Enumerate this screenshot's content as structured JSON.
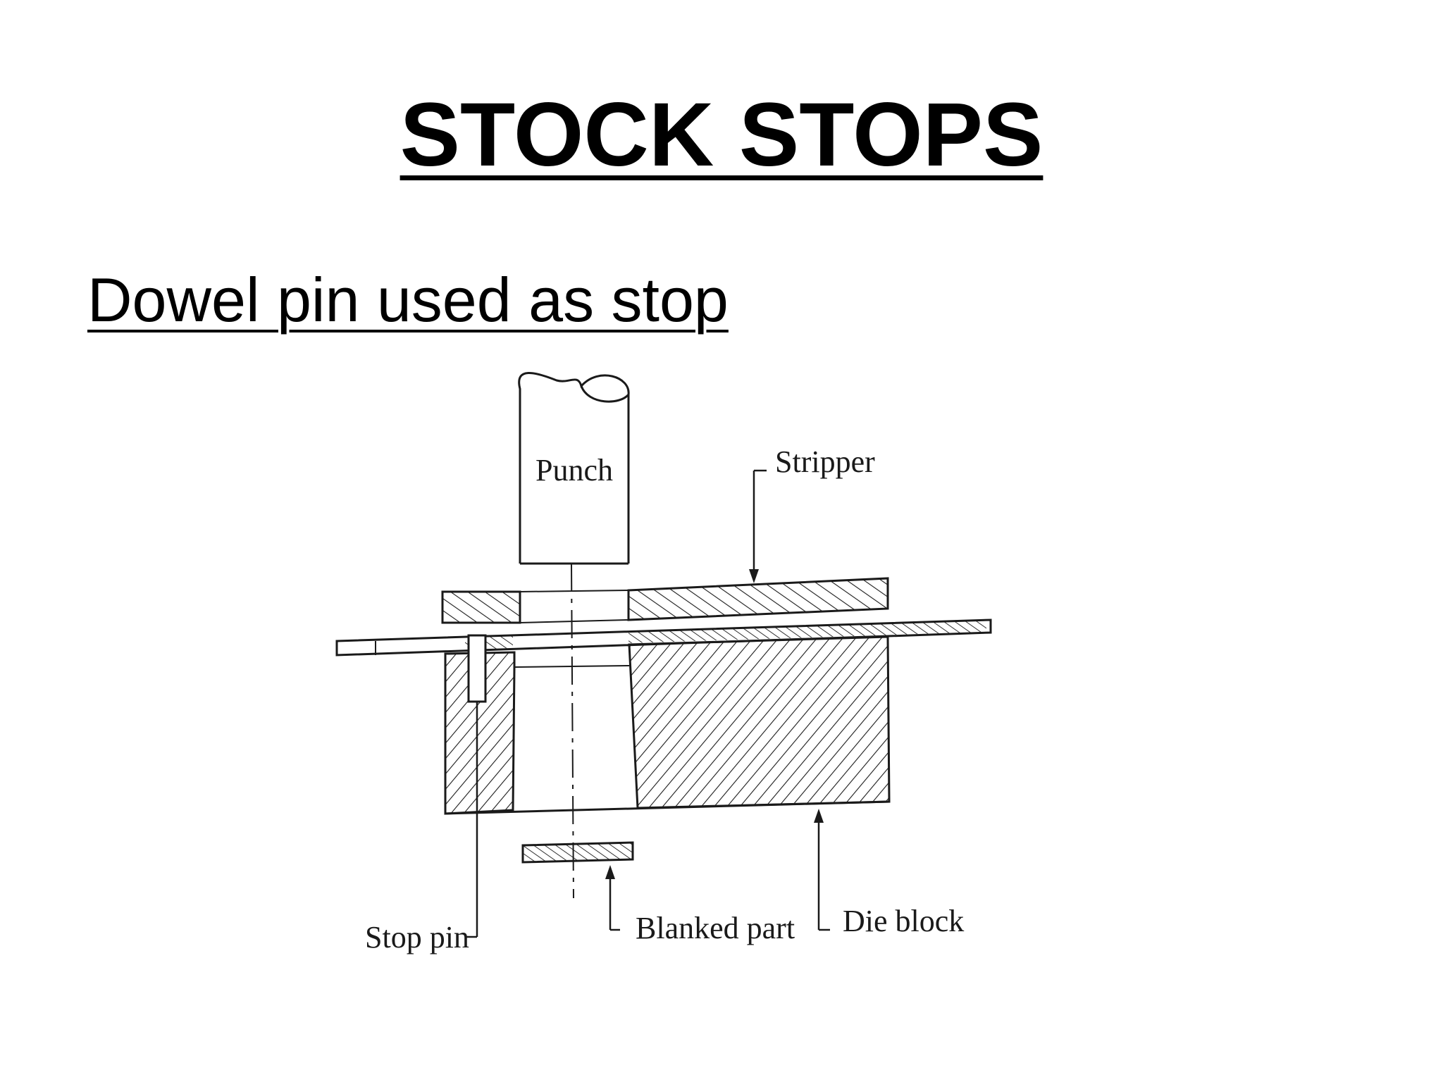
{
  "slide": {
    "title": "STOCK STOPS",
    "subtitle": "Dowel pin used as stop"
  },
  "diagram": {
    "labels": {
      "punch": "Punch",
      "stripper": "Stripper",
      "stop_pin": "Stop pin",
      "blanked_part": "Blanked part",
      "die_block": "Die block"
    }
  }
}
